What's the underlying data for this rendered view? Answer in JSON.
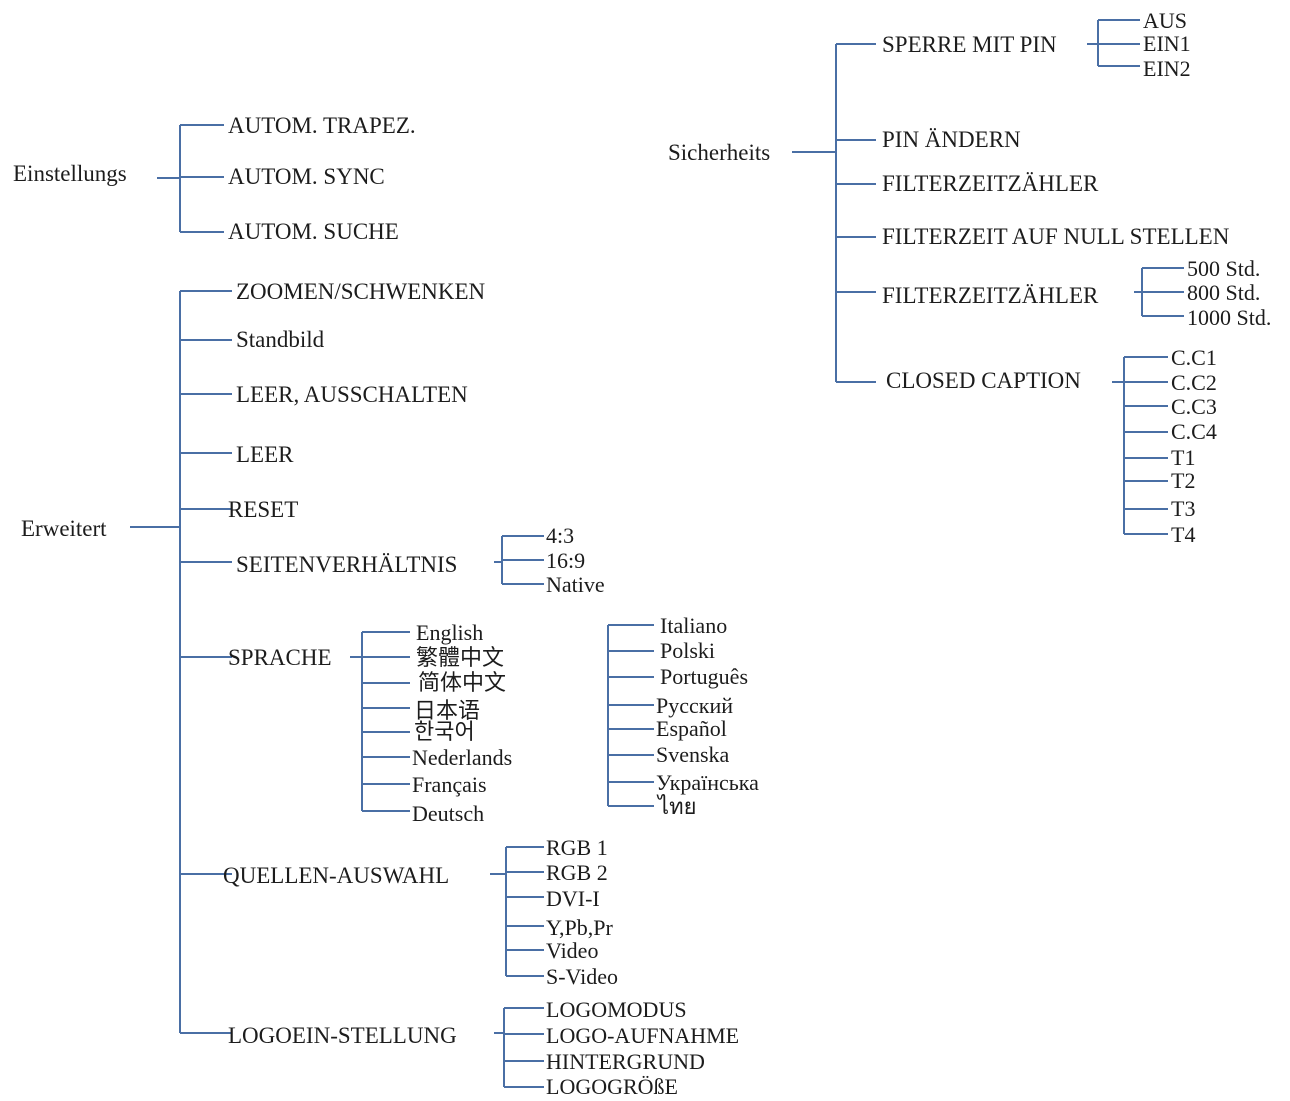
{
  "line_color": "#4a6fa5",
  "einstellungs": {
    "label": "Einstellungs",
    "items": [
      "AUTOM. TRAPEZ.",
      "AUTOM. SYNC",
      "AUTOM. SUCHE"
    ]
  },
  "erweitert": {
    "label": "Erweitert",
    "items": [
      "ZOOMEN/SCHWENKEN",
      "Standbild",
      "LEER, AUSSCHALTEN",
      "LEER",
      "RESET",
      "SEITENVERHÄLTNIS",
      "SPRACHE",
      "QUELLEN-AUSWAHL",
      "LOGOEIN-STELLUNG"
    ],
    "seitenverhaeltnis_options": [
      "4:3",
      "16:9",
      "Native"
    ],
    "sprache_col1": [
      "English",
      "繁體中文",
      "简体中文",
      "日本语",
      "한국어",
      "Nederlands",
      "Français",
      "Deutsch"
    ],
    "sprache_col2": [
      "Italiano",
      "Polski",
      "Português",
      "Русский",
      "Español",
      "Svenska",
      "Українська",
      "ไทย"
    ],
    "quellen_options": [
      "RGB 1",
      "RGB 2",
      "DVI-I",
      "Y,Pb,Pr",
      "Video",
      "S-Video"
    ],
    "logo_options": [
      "LOGOMODUS",
      "LOGO-AUFNAHME",
      "HINTERGRUND",
      "LOGOGRÖßE"
    ]
  },
  "sicherheits": {
    "label": "Sicherheits",
    "items": [
      "SPERRE MIT PIN",
      "PIN ÄNDERN",
      "FILTERZEITZÄHLER",
      "FILTERZEIT AUF NULL STELLEN",
      "FILTERZEITZÄHLER",
      "CLOSED CAPTION"
    ],
    "pin_options": [
      "AUS",
      "EIN1",
      "EIN2"
    ],
    "filter_options": [
      "500 Std.",
      "800 Std.",
      "1000 Std."
    ],
    "cc_options": [
      "C.C1",
      "C.C2",
      "C.C3",
      "C.C4",
      "T1",
      "T2",
      "T3",
      "T4"
    ]
  }
}
